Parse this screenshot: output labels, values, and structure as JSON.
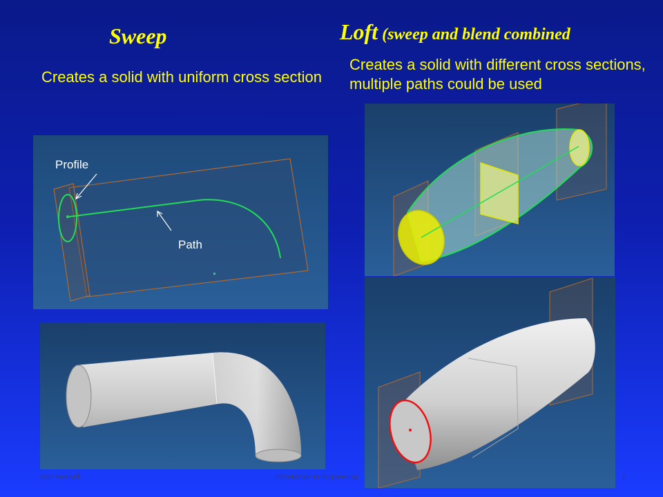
{
  "sweep": {
    "title": "Sweep",
    "description": "Creates a solid with uniform cross section",
    "profile_label": "Profile",
    "path_label": "Path"
  },
  "loft": {
    "title_main": "Loft",
    "title_sub": " (sweep and blend combined",
    "description": "Creates a solid with different cross sections, multiple paths could be used"
  },
  "footer": {
    "author": "Ken Youssefi",
    "course": "Introduction to Engineering",
    "page": "1"
  },
  "colors": {
    "title": "#ffff00",
    "background_top": "#0a1a8a",
    "background_bottom": "#1a3cff",
    "sketch_green": "#22dd55",
    "plane_brown": "#b06a30",
    "loft_highlight": "#ffff44"
  }
}
